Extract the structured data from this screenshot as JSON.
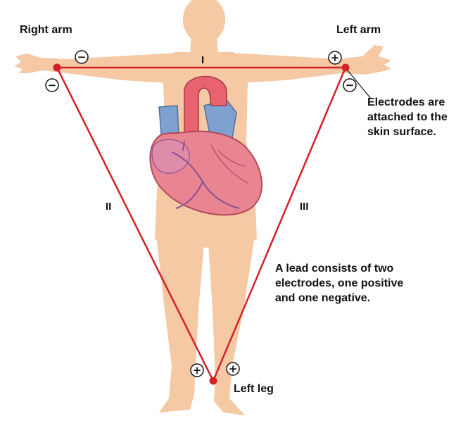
{
  "limbs": {
    "right_arm": "Right arm",
    "left_arm": "Left arm",
    "left_leg": "Left leg"
  },
  "leads": {
    "lead_1": "I",
    "lead_2": "II",
    "lead_3": "III"
  },
  "notes": {
    "electrodes": [
      "Electrodes are",
      "attached to the",
      "skin surface."
    ],
    "lead_definition": [
      "A lead consists of two",
      "electrodes, one positive",
      "and one negative."
    ]
  },
  "polarity": {
    "negative": "−",
    "positive": "+"
  },
  "colors": {
    "skin": "#f4c9a4",
    "lead_line": "#d42027",
    "electrode": "#d42027",
    "heart": "#e98591",
    "aorta": "#e9626f",
    "vein": "#7fa1cf",
    "text": "#111111"
  }
}
